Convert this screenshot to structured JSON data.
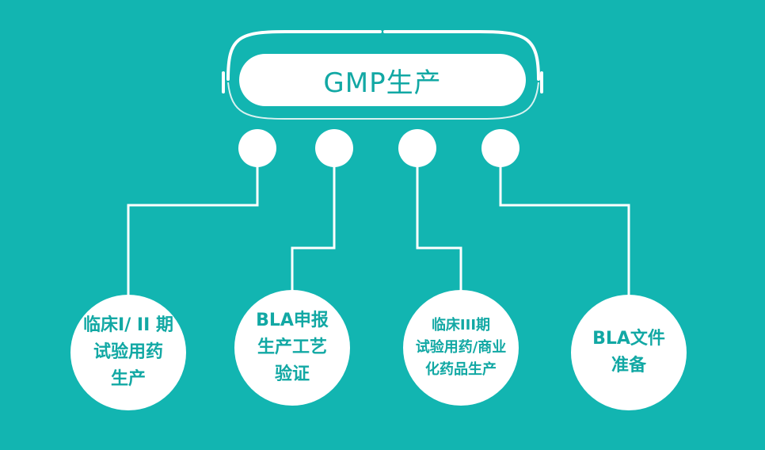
{
  "title": "GMP生产",
  "nodes": [
    {
      "label": "临床I/ II 期\n试验用药\n生产"
    },
    {
      "label": "BLA申报\n生产工艺\n验证"
    },
    {
      "label": "临床III期\n试验用药/商业\n化药品生产"
    },
    {
      "label": "BLA文件\n准备"
    }
  ],
  "colors": {
    "background": "#12b5b1",
    "accent_text": "#12a8a4",
    "node_fill": "#ffffff"
  }
}
